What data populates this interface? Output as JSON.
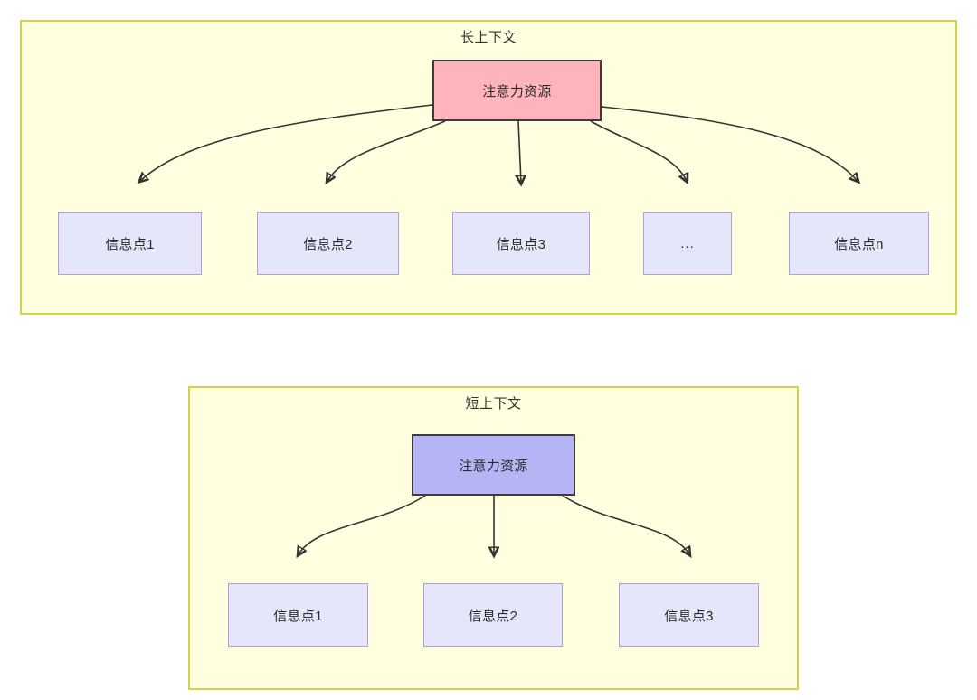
{
  "diagram": {
    "title_semantics": "attention-resource-allocation-long-vs-short-context",
    "groups": [
      {
        "id": "long-context",
        "title": "长上下文",
        "root": {
          "label": "注意力资源",
          "fill": "#FFB3BA",
          "stroke": "#3B3B3B"
        },
        "children": [
          {
            "label": "信息点1"
          },
          {
            "label": "信息点2"
          },
          {
            "label": "信息点3"
          },
          {
            "label": "..."
          },
          {
            "label": "信息点n"
          }
        ],
        "container_fill": "#FFFFE0",
        "container_stroke": "#D6D14A",
        "child_fill": "#E6E6FA",
        "child_stroke": "#B39DDB"
      },
      {
        "id": "short-context",
        "title": "短上下文",
        "root": {
          "label": "注意力资源",
          "fill": "#B5B5F5",
          "stroke": "#3B3B3B"
        },
        "children": [
          {
            "label": "信息点1"
          },
          {
            "label": "信息点2"
          },
          {
            "label": "信息点3"
          }
        ],
        "container_fill": "#FFFFE0",
        "container_stroke": "#D6D14A",
        "child_fill": "#E6E6FA",
        "child_stroke": "#B39DDB"
      }
    ],
    "edge_color": "#333333",
    "background": "#FFFFFF"
  }
}
